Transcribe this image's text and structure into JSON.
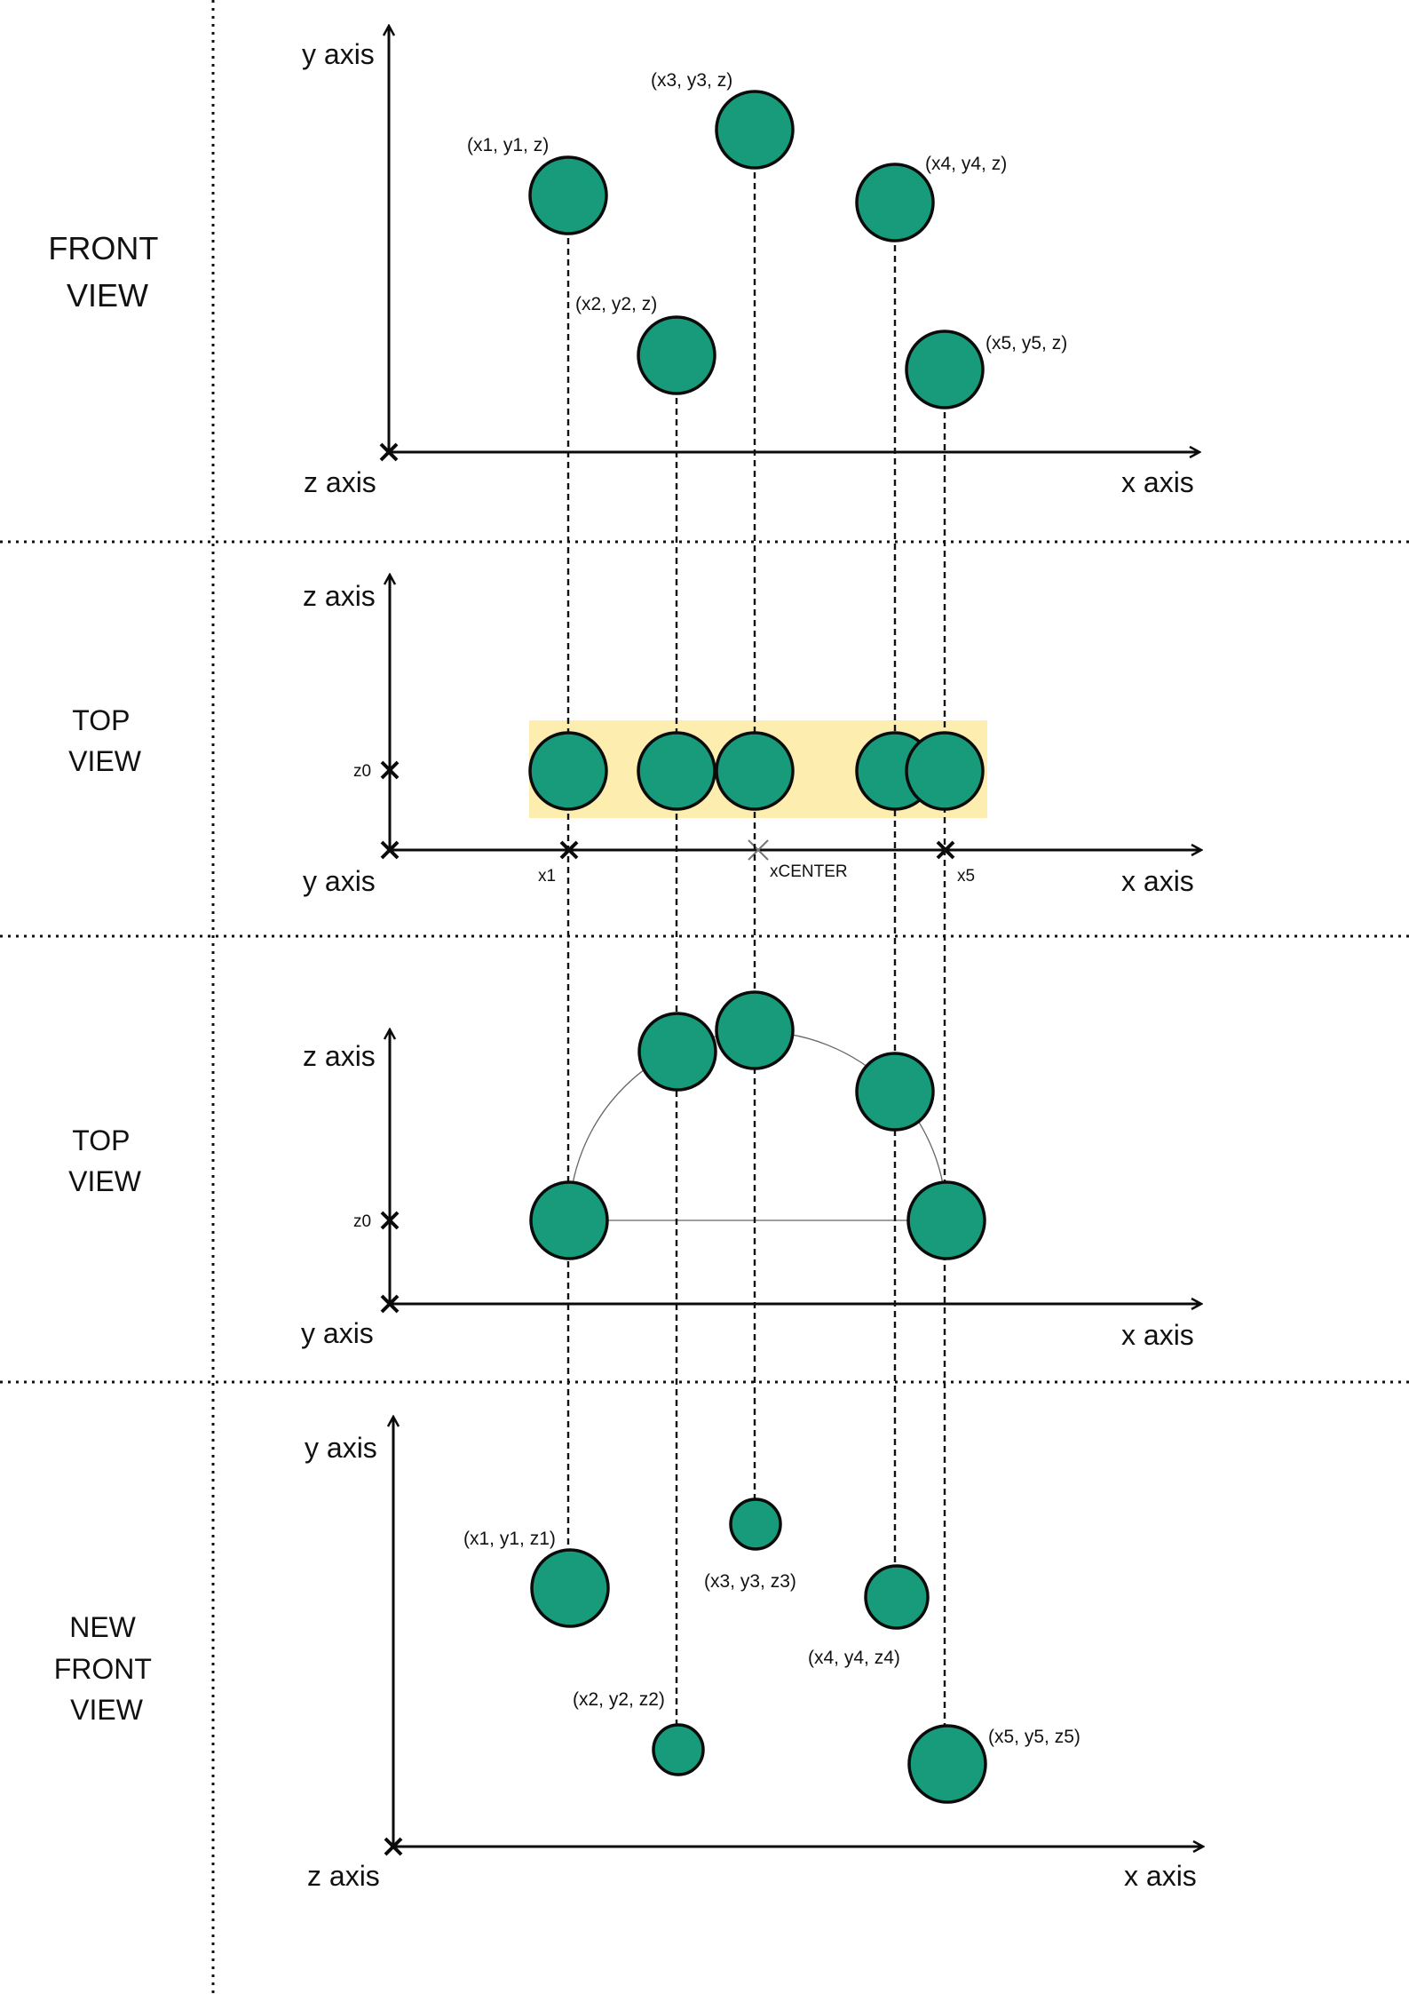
{
  "views": [
    {
      "lines": [
        "FRONT",
        "VIEW"
      ]
    },
    {
      "lines": [
        "TOP",
        "VIEW"
      ]
    },
    {
      "lines": [
        "TOP",
        "VIEW"
      ]
    },
    {
      "lines": [
        "NEW",
        "FRONT",
        "VIEW"
      ]
    }
  ],
  "axes": {
    "front": {
      "vertical": "y axis",
      "origin": "z axis",
      "horizontal": "x axis"
    },
    "top1": {
      "vertical": "z axis",
      "origin": "y axis",
      "horizontal": "x axis",
      "z_tick": "z0",
      "x_ticks": [
        "x1",
        "xCENTER",
        "x5"
      ]
    },
    "top2": {
      "vertical": "z axis",
      "origin": "y axis",
      "horizontal": "x axis",
      "z_tick": "z0"
    },
    "new_front": {
      "vertical": "y axis",
      "origin": "z axis",
      "horizontal": "x axis"
    }
  },
  "front_labels": [
    "(x1, y1, z)",
    "(x2, y2, z)",
    "(x3, y3, z)",
    "(x4, y4, z)",
    "(x5, y5, z)"
  ],
  "new_front_labels": [
    "(x1, y1, z1)",
    "(x2, y2, z2)",
    "(x3, y3, z3)",
    "(x4, y4, z4)",
    "(x5, y5, z5)"
  ],
  "colors": {
    "ball": "#179b7b",
    "highlight": "#fdeeb0",
    "ink": "#0b0b0b"
  }
}
